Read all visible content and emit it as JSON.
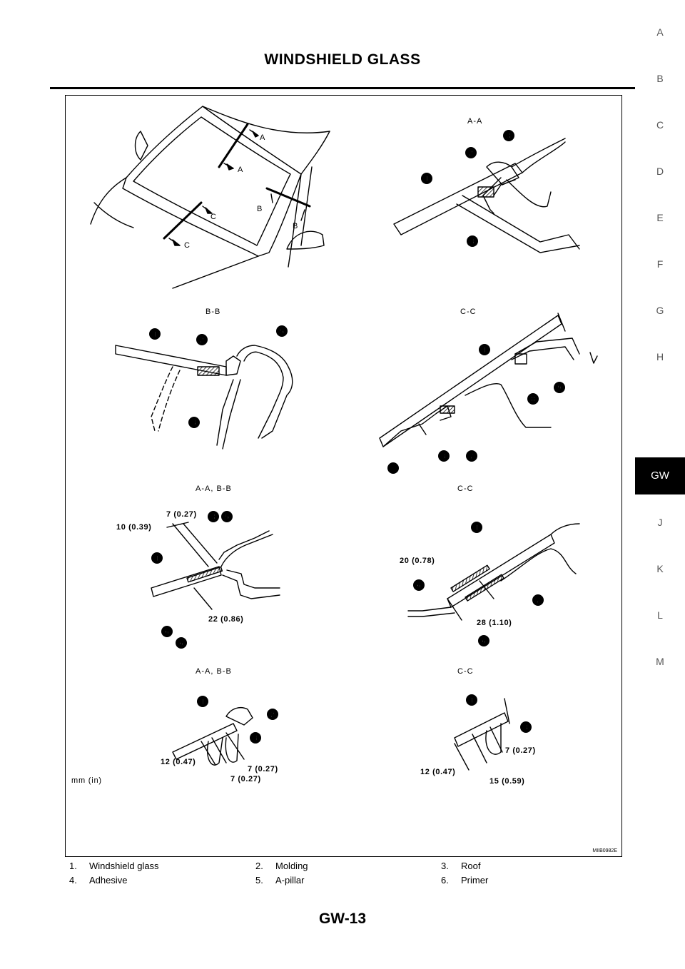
{
  "header": {
    "title": "WINDSHIELD GLASS"
  },
  "footer": {
    "page": "GW-13"
  },
  "side_tabs": [
    "A",
    "B",
    "C",
    "D",
    "E",
    "F",
    "G",
    "H",
    "GW",
    "J",
    "K",
    "L",
    "M"
  ],
  "active_tab": "GW",
  "figure": {
    "id": "MIIB0982E",
    "units": "mm (in)",
    "section_labels": {
      "aa": "A-A",
      "bb": "B-B",
      "cc1": "C-C",
      "aabb1": "A-A, B-B",
      "cc2": "C-C",
      "aabb2": "A-A, B-B",
      "cc3": "C-C"
    },
    "view_letters": {
      "a": "A",
      "b": "B",
      "c": "C"
    },
    "dimensions": {
      "d1": "7 (0.27)",
      "d2": "10 (0.39)",
      "d3": "22 (0.86)",
      "d4": "20 (0.78)",
      "d5": "28 (1.10)",
      "d6": "12 (0.47)",
      "d7": "7 (0.27)",
      "d8": "7 (0.27)",
      "d9": "7 (0.27)",
      "d10": "12 (0.47)",
      "d11": "15 (0.59)"
    },
    "callouts": {
      "c1": "1",
      "c2": "2",
      "c3": "3",
      "c4": "4",
      "c5": "5",
      "c6": "6",
      "c7": "7",
      "c8": "8",
      "c9": "9",
      "c10": "10"
    }
  },
  "legend": [
    [
      {
        "num": "1.",
        "label": "Windshield glass"
      },
      {
        "num": "2.",
        "label": "Molding"
      },
      {
        "num": "3.",
        "label": "Roof"
      }
    ],
    [
      {
        "num": "4.",
        "label": "Adhesive"
      },
      {
        "num": "5.",
        "label": "A-pillar"
      },
      {
        "num": "6.",
        "label": "Primer"
      }
    ]
  ]
}
